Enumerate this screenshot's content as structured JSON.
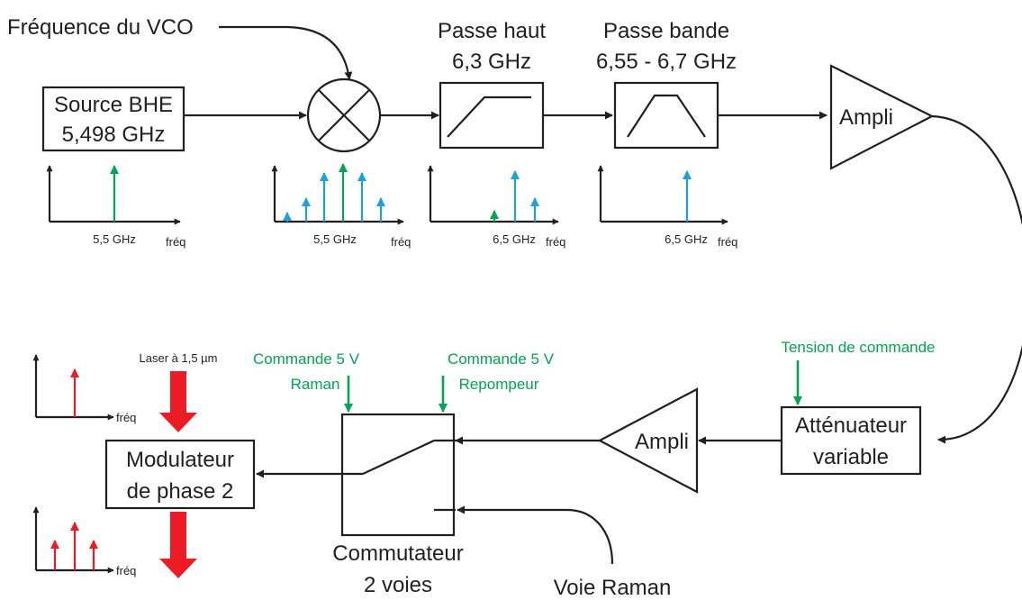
{
  "colors": {
    "ink": "#231f20",
    "green": "#00a651",
    "blue": "#1ba1e2",
    "red": "#ed1c24"
  },
  "top": {
    "vco_label": "Fréquence du VCO",
    "source_line1": "Source BHE",
    "source_line2": "5,498 GHz",
    "highpass_line1": "Passe haut",
    "highpass_line2": "6,3 GHz",
    "bandpass_line1": "Passe bande",
    "bandpass_line2": "6,55 - 6,7 GHz",
    "amp_label": "Ampli"
  },
  "spectra": {
    "s1_tick": "5,5 GHz",
    "s1_axis": "fréq",
    "s2_tick": "5,5 GHz",
    "s2_axis": "fréq",
    "s3_tick": "6,5 GHz",
    "s3_axis": "fréq",
    "s4_tick": "6,5 GHz",
    "s4_axis": "fréq",
    "s5_axis": "fréq",
    "s6_axis": "fréq"
  },
  "bottom": {
    "laser_label": "Laser à 1,5 µm",
    "modulator_line1": "Modulateur",
    "modulator_line2": "de phase 2",
    "cmd_raman_line1": "Commande 5 V",
    "cmd_raman_line2": "Raman",
    "cmd_repump_line1": "Commande 5 V",
    "cmd_repump_line2": "Repompeur",
    "switch_line1": "Commutateur",
    "switch_line2": "2 voies",
    "raman_path": "Voie Raman",
    "amp_label": "Ampli",
    "atten_line1": "Atténuateur",
    "atten_line2": "variable",
    "tension_label": "Tension de commande"
  }
}
